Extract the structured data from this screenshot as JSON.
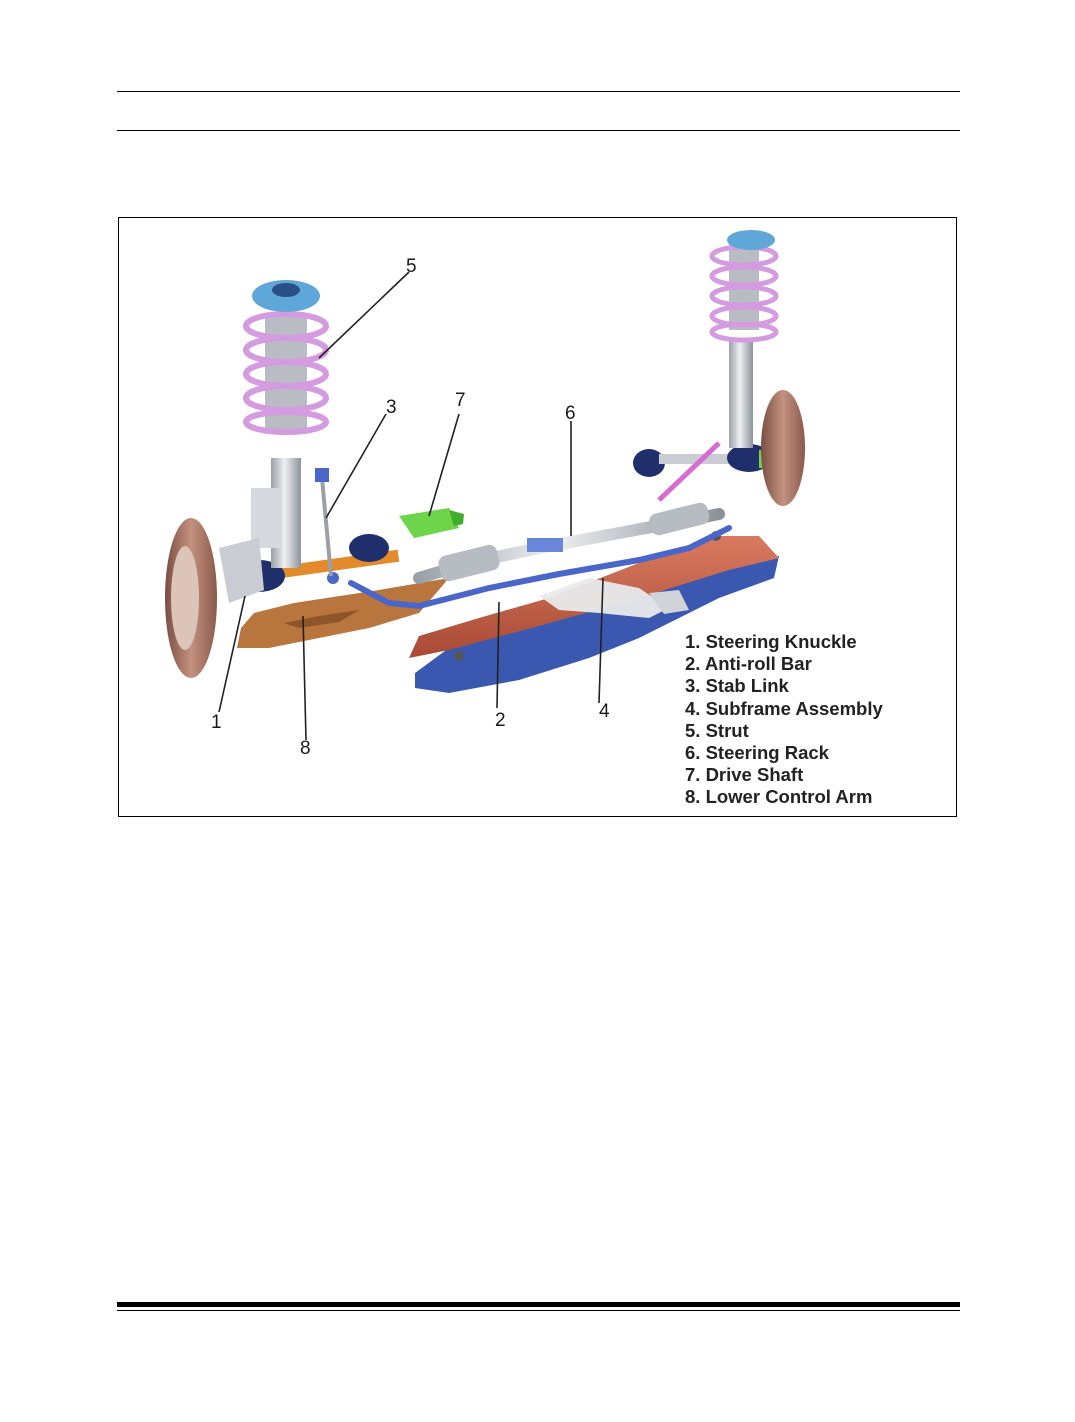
{
  "figure": {
    "callouts": [
      "1",
      "2",
      "3",
      "4",
      "5",
      "6",
      "7",
      "8"
    ],
    "legend": [
      "1. Steering Knuckle",
      "2. Anti-roll Bar",
      "3. Stab Link",
      "4. Subframe Assembly",
      "5. Strut",
      "6. Steering Rack",
      "7. Drive Shaft",
      "8. Lower Control Arm"
    ],
    "colors": {
      "spring": "#d49be0",
      "strut_mount": "#5fa7d8",
      "subframe": "#c8634a",
      "subframe_underside": "#3a58b0",
      "control_arm": "#b8753e",
      "anti_roll_bar": "#4a66c8",
      "drive_shaft_joint": "#6ed44a",
      "shaft_orange": "#e38a2a",
      "boot_navy": "#1e2f6b",
      "brake_disc": "#b07c6c",
      "metal": "#c9cdd3"
    }
  }
}
